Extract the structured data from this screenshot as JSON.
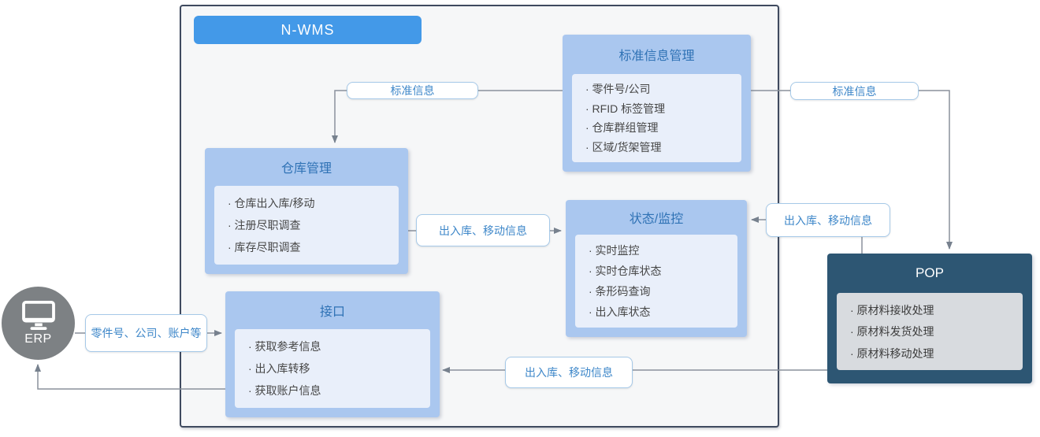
{
  "theme": {
    "accent-blue": "#4399e8",
    "module-fill": "#aac7ef",
    "module-title": "#2f72b5",
    "module-body-fill": "#e9effa",
    "item-text": "#474747",
    "pop-fill": "#2d5673",
    "pop-body-fill": "#d8dbdf",
    "label-border": "#a6c9e8",
    "label-text": "#3e87c9",
    "line": "#8a919c",
    "system-border": "#3f4a5f",
    "system-fill": "#f6f7f8",
    "erp-fill": "#7d8184"
  },
  "system": {
    "title": "N-WMS"
  },
  "modules": {
    "standard_info": {
      "title": "标准信息管理",
      "items": [
        "· 零件号/公司",
        "· RFID 标签管理",
        "· 仓库群组管理",
        "· 区域/货架管理"
      ]
    },
    "warehouse": {
      "title": "仓库管理",
      "items": [
        "· 仓库出入库/移动",
        "· 注册尽职调查",
        "· 库存尽职调查"
      ]
    },
    "status": {
      "title": "状态/监控",
      "items": [
        "· 实时监控",
        "· 实时仓库状态",
        "· 条形码查询",
        "· 出入库状态"
      ]
    },
    "interface": {
      "title": "接口",
      "items": [
        "· 获取参考信息",
        "· 出入库转移",
        "· 获取账户信息"
      ]
    },
    "pop": {
      "title": "POP",
      "items": [
        "· 原材料接收处理",
        "· 原材料发货处理",
        "· 原材料移动处理"
      ]
    }
  },
  "external": {
    "erp": {
      "label": "ERP",
      "icon": "monitor-icon"
    }
  },
  "connectors": {
    "std_left": "标准信息",
    "std_right": "标准信息",
    "inout_mid": "出入库、移动信息",
    "inout_right": "出入库、移动信息",
    "inout_bottom": "出入库、移动信息",
    "erp_feed": "零件号、公司、账户等"
  }
}
